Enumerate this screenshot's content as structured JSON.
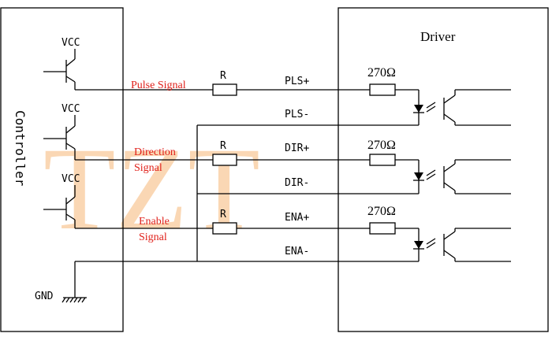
{
  "controller": {
    "title": "Controller"
  },
  "driver": {
    "title": "Driver"
  },
  "watermark": "TZT",
  "vcc_labels": [
    "VCC",
    "VCC",
    "VCC"
  ],
  "gnd_label": "GND",
  "resistor_label": "R",
  "ohm_label": "270Ω",
  "signals": {
    "pulse": "Pulse Signal",
    "direction_line1": "Direction",
    "direction_line2": "Signal",
    "enable_line1": "Enable",
    "enable_line2": "Signal"
  },
  "pins": [
    "PLS+",
    "PLS-",
    "DIR+",
    "DIR-",
    "ENA+",
    "ENA-"
  ],
  "colors": {
    "signal_text": "#e0201a",
    "watermark": "#f6b878",
    "line": "#000000"
  }
}
